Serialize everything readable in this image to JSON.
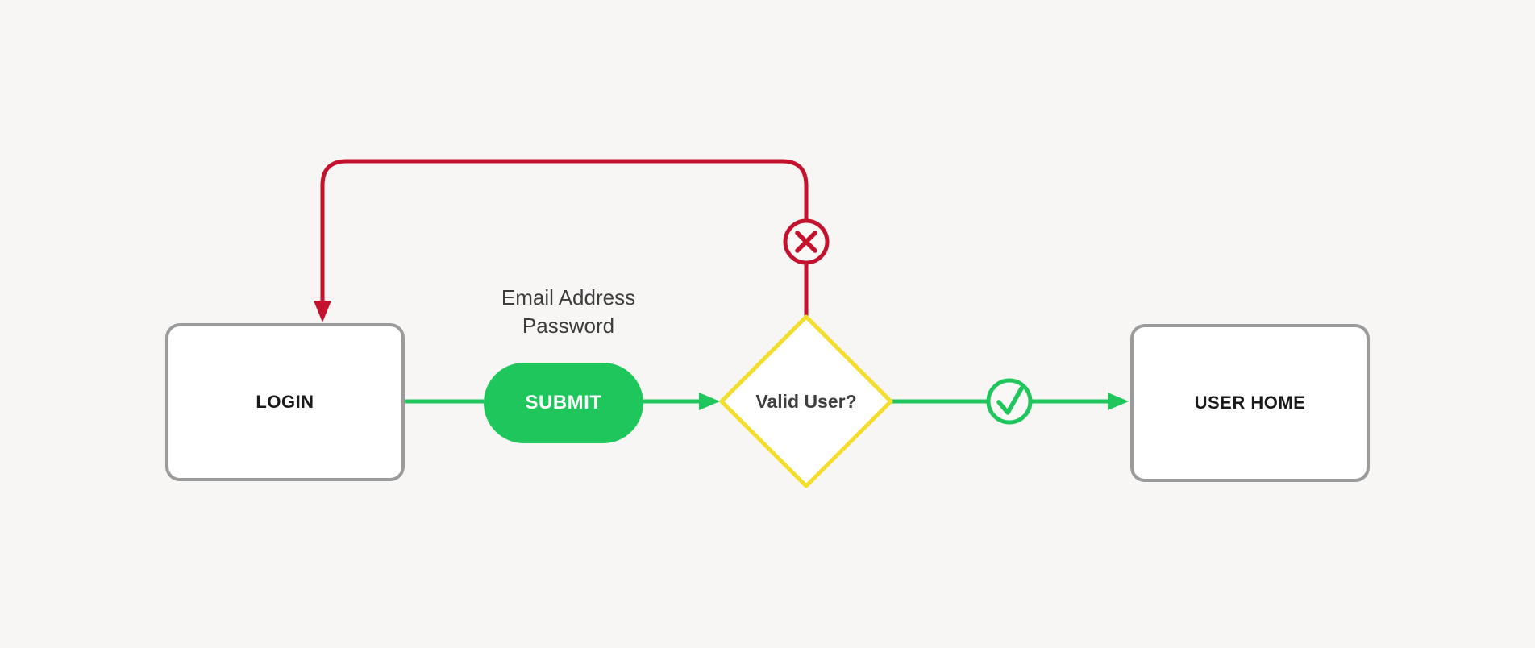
{
  "page": {
    "background_color": "#f7f6f4"
  },
  "colors": {
    "flow_green": "#1fc65c",
    "fail_red": "#c4122e",
    "decision_yellow": "#f4de2d",
    "node_border_gray": "#9b9b9b",
    "node_fill": "#ffffff",
    "node_text": "#1a1a1a",
    "annotation_text": "#3d3d3d"
  },
  "nodes": {
    "login": {
      "label": "LOGIN"
    },
    "submit": {
      "label": "SUBMIT"
    },
    "decision": {
      "label": "Valid User?"
    },
    "user_home": {
      "label": "USER HOME"
    }
  },
  "annotations": {
    "credentials": {
      "line1": "Email Address",
      "line2": "Password"
    }
  },
  "connectors": {
    "fail_loop": {
      "icon": "x-circle-icon",
      "color": "#c4122e"
    },
    "success_path": {
      "icon": "check-circle-icon",
      "color": "#1fc65c"
    }
  }
}
